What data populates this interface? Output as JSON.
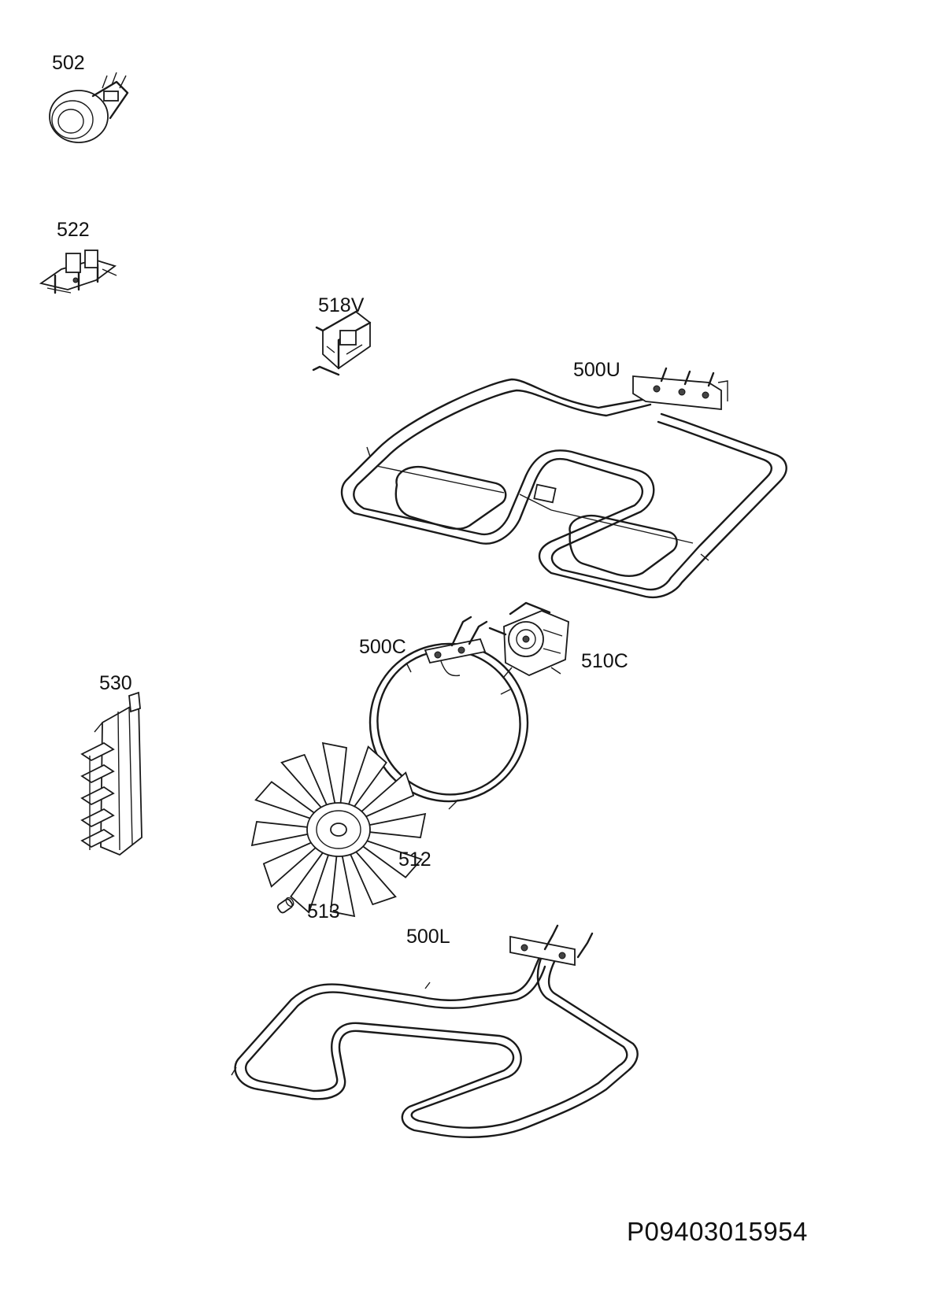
{
  "parts": [
    {
      "id": "p502",
      "label": "502",
      "icon": "thermostat-icon"
    },
    {
      "id": "p522",
      "label": "522",
      "icon": "switch-icon"
    },
    {
      "id": "p518v",
      "label": "518V",
      "icon": "bracket-icon"
    },
    {
      "id": "p500u",
      "label": "500U",
      "icon": "upper-heating-element-icon"
    },
    {
      "id": "p500c",
      "label": "500C",
      "icon": "circular-heating-element-icon"
    },
    {
      "id": "p510c",
      "label": "510C",
      "icon": "fan-motor-icon"
    },
    {
      "id": "p530",
      "label": "530",
      "icon": "terminal-block-icon"
    },
    {
      "id": "p512",
      "label": "512",
      "icon": "fan-blade-icon"
    },
    {
      "id": "p513",
      "label": "513",
      "icon": "nut-icon"
    },
    {
      "id": "p500l",
      "label": "500L",
      "icon": "lower-heating-element-icon"
    }
  ],
  "drawing_code": "P09403015954"
}
